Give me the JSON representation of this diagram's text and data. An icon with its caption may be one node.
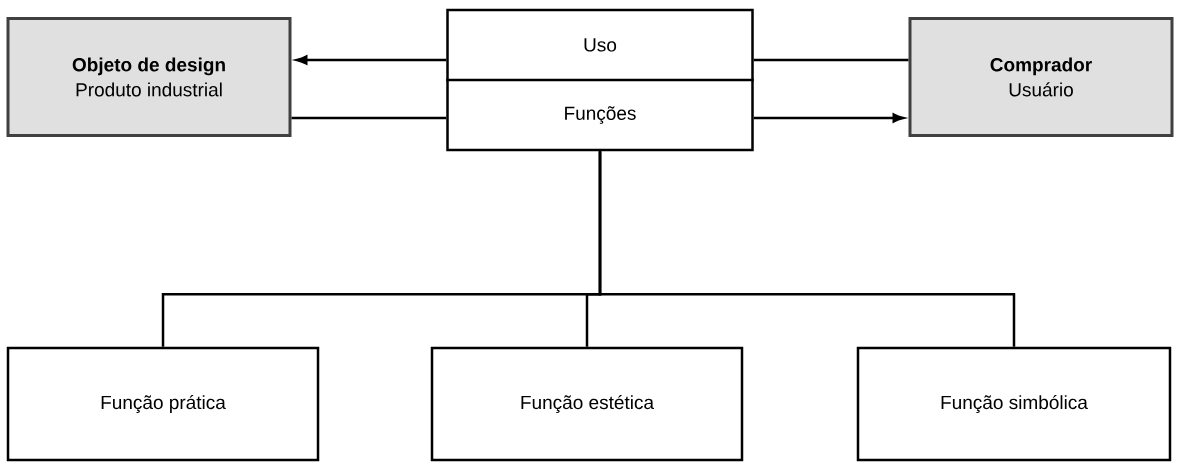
{
  "diagram": {
    "nodes": [
      {
        "text": [
          "Objeto de design",
          "Produto industrial"
        ]
      },
      {
        "text": [
          "Uso",
          "Funções"
        ]
      },
      {
        "text": [
          "Comprador",
          "Usuário"
        ]
      },
      {
        "text": [
          "Função prática"
        ]
      },
      {
        "text": [
          "Função estética"
        ]
      },
      {
        "text": [
          "Função simbólica"
        ]
      }
    ],
    "edges": [
      {
        "from": 1,
        "to": 0,
        "arrow": "to"
      },
      {
        "from": 0,
        "to": 1,
        "arrow": "none"
      },
      {
        "from": 1,
        "to": 2,
        "arrow": "none"
      },
      {
        "from": 1,
        "to": 2,
        "arrow": "to"
      },
      {
        "from": 1,
        "to": 3,
        "arrow": "none"
      },
      {
        "from": 1,
        "to": 4,
        "arrow": "none"
      },
      {
        "from": 1,
        "to": 5,
        "arrow": "none"
      }
    ]
  }
}
